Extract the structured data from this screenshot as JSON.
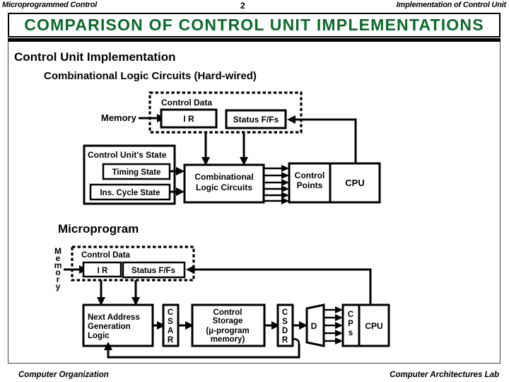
{
  "header": {
    "left": "Microprogrammed Control",
    "page_number": "2",
    "right": "Implementation of Control Unit"
  },
  "title": "COMPARISON  OF  CONTROL  UNIT  IMPLEMENTATIONS",
  "title_color": "#0a6b28",
  "sections": {
    "heading": "Control Unit Implementation",
    "hardwired": {
      "subheading": "Combinational Logic Circuits (Hard-wired)",
      "memory_label": "Memory",
      "control_data_label": "Control Data",
      "ir_label": "I R",
      "status_label": "Status F/Fs",
      "cu_state_label": "Control Unit's State",
      "timing_state_label": "Timing State",
      "ins_cycle_state_label": "Ins. Cycle State",
      "clc_line1": "Combinational",
      "clc_line2": "Logic Circuits",
      "control_points_line1": "Control",
      "control_points_line2": "Points",
      "cpu_label": "CPU",
      "control_point_arrows": 6
    },
    "microprogram": {
      "subheading": "Microprogram",
      "memory_vertical": "Memory",
      "control_data_label": "Control Data",
      "ir_label": "I R",
      "status_label": "Status F/Fs",
      "nagl_line1": "Next Address",
      "nagl_line2": "Generation",
      "nagl_line3": "Logic",
      "csar_label": "CSAR",
      "control_storage_line1": "Control",
      "control_storage_line2": "Storage",
      "control_storage_line3": "(μ-program",
      "control_storage_line4": "memory)",
      "csdr_label": "CSDR",
      "decoder_label": "D",
      "cps_label": "CPs",
      "cpu_label": "CPU",
      "decoder_arrows": 5
    }
  },
  "footer": {
    "left": "Computer Organization",
    "right": "Computer Architectures Lab"
  }
}
